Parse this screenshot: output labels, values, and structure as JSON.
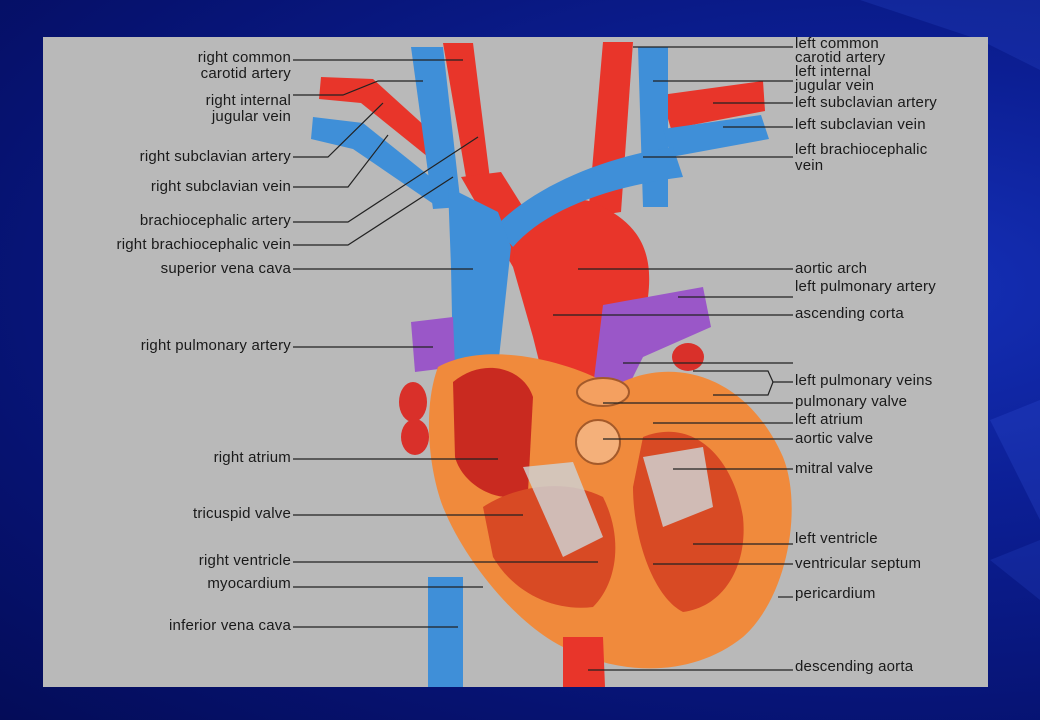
{
  "labels": {
    "right_common_carotid_1": "right common",
    "right_common_carotid_2": "carotid artery",
    "right_internal_jugular_1": "right internal",
    "right_internal_jugular_2": "jugular vein",
    "right_subclavian_artery": "right subclavian artery",
    "right_subclavian_vein": "right subclavian vein",
    "brachiocephalic_artery": "brachiocephalic artery",
    "right_brachiocephalic_vein": "right brachiocephalic vein",
    "superior_vena_cava": "superior vena cava",
    "right_pulmonary_artery": "right pulmonary artery",
    "right_atrium": "right atrium",
    "tricuspid_valve": "tricuspid valve",
    "right_ventricle": "right ventricle",
    "myocardium": "myocardium",
    "inferior_vena_cava": "inferior vena cava",
    "left_common_carotid_1": "left common",
    "left_common_carotid_2": "carotid artery",
    "left_internal_jugular_1": "left internal",
    "left_internal_jugular_2": "jugular vein",
    "left_subclavian_artery": "left subclavian artery",
    "left_subclavian_vein": "left subclavian vein",
    "left_brachiocephalic_1": "left brachiocephalic",
    "left_brachiocephalic_2": "vein",
    "aortic_arch": "aortic arch",
    "left_pulmonary_artery": "left pulmonary artery",
    "ascending_aorta": "ascending corta",
    "left_pulmonary_veins": "left pulmonary veins",
    "pulmonary_valve": "pulmonary valve",
    "left_atrium": "left atrium",
    "aortic_valve": "aortic valve",
    "mitral_valve": "mitral valve",
    "left_ventricle": "left ventricle",
    "ventricular_septum": "ventricular septum",
    "pericardium": "pericardium",
    "descending_aorta": "descending aorta"
  },
  "colors": {
    "artery": "#e8352a",
    "vein": "#3f8fd8",
    "pulmonary_artery": "#9a57c8",
    "myocardium": "#f08a3c",
    "panel": "#b9b9b9",
    "background": "#0c1f95"
  }
}
